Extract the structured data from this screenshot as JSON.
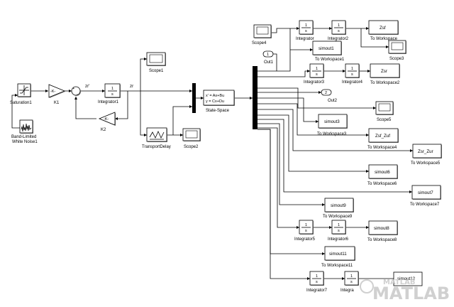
{
  "blocks": {
    "saturation": {
      "label": "Saturation1"
    },
    "noise": {
      "label1": "Band-Limited",
      "label2": "White Noise1"
    },
    "k1": {
      "label": "K1",
      "text": "-K-"
    },
    "k2": {
      "label": "K2",
      "text": "-K-"
    },
    "integrator1": {
      "label": "Integrator1",
      "num": "1",
      "den": "s"
    },
    "scope1": {
      "label": "Scope1"
    },
    "transport": {
      "label": "TransportDelay"
    },
    "scope2": {
      "label": "Scope2"
    },
    "ss": {
      "label": "State-Space",
      "line1": "x' = Ax+Bu",
      "line2": "y = Cx+Du"
    },
    "scope4": {
      "label": "Scope4"
    },
    "integrator": {
      "label": "Integrator",
      "num": "1",
      "den": "s"
    },
    "integrator2": {
      "label": "Integrator2",
      "num": "1",
      "den": "s"
    },
    "zsf": {
      "text": "Zsf",
      "label": "To Workspace"
    },
    "scope3": {
      "label": "Scope3"
    },
    "simout1": {
      "text": "simout1",
      "label": "To Workspace1"
    },
    "out1": {
      "num": "1",
      "label": "Out1"
    },
    "integrator3": {
      "label": "Integrator3",
      "num": "1",
      "den": "s"
    },
    "integrator4": {
      "label": "Integrator4",
      "num": "1",
      "den": "s"
    },
    "zsr": {
      "text": "Zsr",
      "label": "To Workspace2"
    },
    "out2": {
      "num": "2",
      "label": "Out2"
    },
    "scope5": {
      "label": "Scope5"
    },
    "simout3": {
      "text": "simout3",
      "label": "To Workspace3"
    },
    "zsfzuf": {
      "text": "Zsf_Zuf",
      "label": "To Workspace4"
    },
    "zsrzur": {
      "text": "Zsr_Zur",
      "label": "To Workspace5"
    },
    "simout6": {
      "text": "simout6",
      "label": "To Workspace6"
    },
    "simout7": {
      "text": "simout7",
      "label": "To Workspace7"
    },
    "simout9": {
      "text": "simout9",
      "label": "To Workspace9"
    },
    "integrator5": {
      "label": "Integrator5",
      "num": "1",
      "den": "s"
    },
    "integrator6": {
      "label": "Integrator6",
      "num": "1",
      "den": "s"
    },
    "simout8": {
      "text": "simout8",
      "label": "To Workspace8"
    },
    "simout11": {
      "text": "simout11",
      "label": "To Workspace11"
    },
    "integrator7": {
      "label": "Integrator7",
      "num": "1",
      "den": "s"
    },
    "integrator8": {
      "label": "Integra",
      "num": "1",
      "den": "s"
    },
    "simout12": {
      "text": "simout12"
    }
  },
  "signals": {
    "zr_dot": "zr'",
    "zr": "zr"
  },
  "watermark": {
    "text": "MATLAB",
    "small": "MATLAB"
  }
}
